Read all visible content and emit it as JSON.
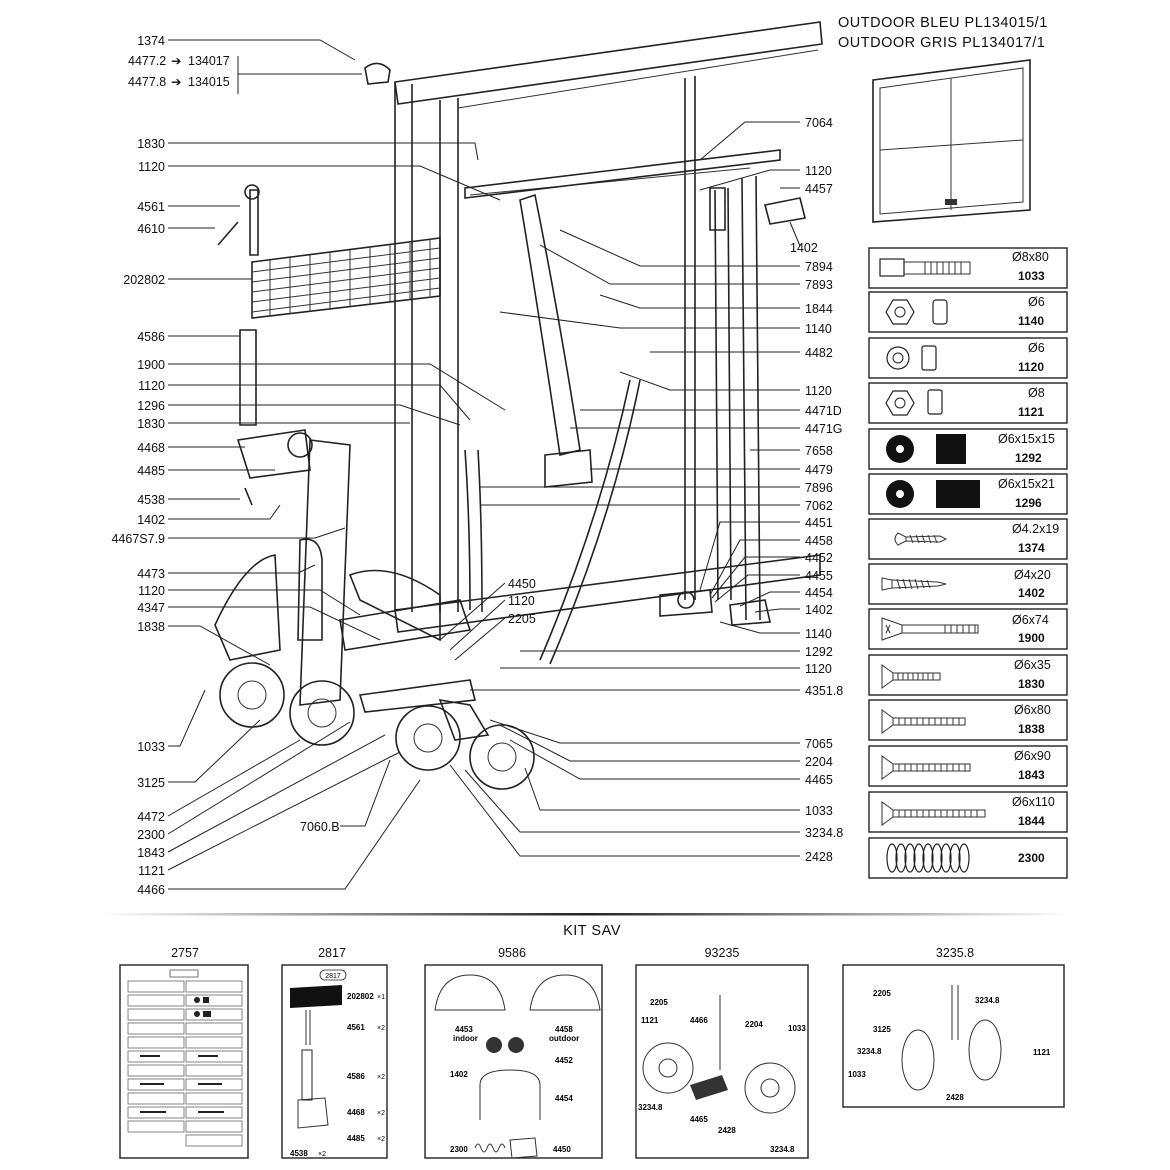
{
  "title": {
    "line1": "OUTDOOR  BLEU  PL134015/1",
    "line2": "OUTDOOR  GRIS  PL134017/1"
  },
  "ref_map": {
    "line1": {
      "left": "4477.2",
      "right": "134017"
    },
    "line2": {
      "left": "4477.8",
      "right": "134015"
    }
  },
  "left_labels": [
    "1374",
    "1830",
    "1120",
    "4561",
    "4610",
    "202802",
    "4586",
    "1900",
    "1120",
    "1296",
    "1830",
    "4468",
    "4485",
    "4538",
    "1402",
    "4467S7.9",
    "4473",
    "1120",
    "4347",
    "1838",
    "1033",
    "3125",
    "4472",
    "2300",
    "1843",
    "1121",
    "4466"
  ],
  "mid_labels": [
    "4450",
    "1120",
    "2205",
    "7060.B"
  ],
  "right_labels": [
    "7064",
    "1120",
    "4457",
    "1402",
    "7894",
    "7893",
    "1844",
    "1140",
    "4482",
    "1120",
    "4471D",
    "4471G",
    "7658",
    "4479",
    "7896",
    "7062",
    "4451",
    "4458",
    "4452",
    "4455",
    "4454",
    "1402",
    "1140",
    "1292",
    "1120",
    "4351.8",
    "7065",
    "2204",
    "4465",
    "1033",
    "3234.8",
    "2428"
  ],
  "hardware": [
    {
      "spec": "Ø8x80",
      "ref": "1033",
      "icon": "bolt-icon"
    },
    {
      "spec": "Ø6",
      "ref": "1140",
      "icon": "nut-icon"
    },
    {
      "spec": "Ø6",
      "ref": "1120",
      "icon": "washer-nut-icon"
    },
    {
      "spec": "Ø8",
      "ref": "1121",
      "icon": "washer-nut-icon"
    },
    {
      "spec": "Ø6x15x15",
      "ref": "1292",
      "icon": "black-washer-icon"
    },
    {
      "spec": "Ø6x15x21",
      "ref": "1296",
      "icon": "black-washer-icon"
    },
    {
      "spec": "Ø4.2x19",
      "ref": "1374",
      "icon": "screw-icon"
    },
    {
      "spec": "Ø4x20",
      "ref": "1402",
      "icon": "screw-icon"
    },
    {
      "spec": "Ø6x74",
      "ref": "1900",
      "icon": "screw-icon"
    },
    {
      "spec": "Ø6x35",
      "ref": "1830",
      "icon": "screw-icon"
    },
    {
      "spec": "Ø6x80",
      "ref": "1838",
      "icon": "screw-icon"
    },
    {
      "spec": "Ø6x90",
      "ref": "1843",
      "icon": "screw-icon"
    },
    {
      "spec": "Ø6x110",
      "ref": "1844",
      "icon": "screw-icon"
    },
    {
      "spec": "",
      "ref": "2300",
      "icon": "spring-icon"
    }
  ],
  "kit_title": "KIT SAV",
  "kits": [
    {
      "code": "2757",
      "inner_labels": []
    },
    {
      "code": "2817",
      "inner_labels": [
        "2817",
        "202802",
        "×1",
        "4561",
        "×2",
        "4586",
        "×2",
        "4468",
        "×2",
        "4485",
        "×2",
        "4538",
        "×2"
      ]
    },
    {
      "code": "9586",
      "inner_labels": [
        "4453",
        "indoor",
        "4458",
        "outdoor",
        "4452",
        "1402",
        "4454",
        "2300",
        "4450"
      ]
    },
    {
      "code": "93235",
      "inner_labels": [
        "2205",
        "1121",
        "4466",
        "2204",
        "1033",
        "3234.8",
        "4465",
        "2428",
        "3234.8"
      ]
    },
    {
      "code": "3235.8",
      "inner_labels": [
        "2205",
        "3234.8",
        "3125",
        "3234.8",
        "1121",
        "1033",
        "2428"
      ]
    }
  ],
  "colors": {
    "ink": "#222222",
    "background": "#ffffff",
    "separator": "#888888"
  }
}
